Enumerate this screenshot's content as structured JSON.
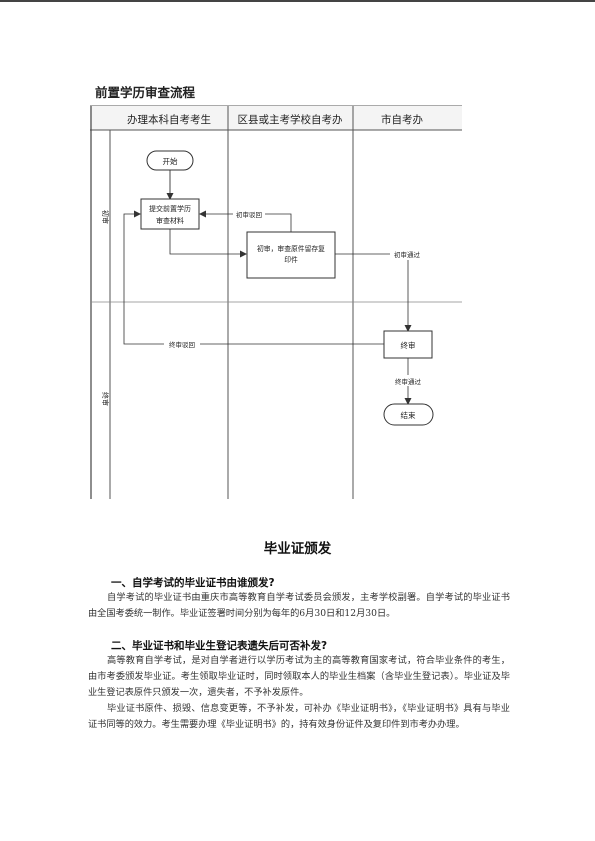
{
  "flowchart": {
    "title": "前置学历审查流程",
    "lanes": [
      "办理本科自考考生",
      "区县或主考学校自考办",
      "市自考办"
    ],
    "phases": [
      "初审",
      "终审"
    ],
    "nodes": {
      "start": "开始",
      "submit_line1": "提交前置学历",
      "submit_line2": "审查材料",
      "review_line1": "初审，审查原件留存复",
      "review_line2": "印件",
      "final": "终审",
      "end": "结束"
    },
    "edges": {
      "initial_reject": "初审驳回",
      "initial_pass": "初审通过",
      "final_reject": "终审驳回",
      "final_pass": "终审通过"
    }
  },
  "doc_title": "毕业证颁发",
  "sections": [
    {
      "heading": "一、自学考试的毕业证书由谁颁发?",
      "paragraphs": [
        "自学考试的毕业证书由重庆市高等教育自学考试委员会颁发，主考学校副署。自学考试的毕业证书由全国考委统一制作。毕业证签署时间分别为每年的6月30日和12月30日。"
      ]
    },
    {
      "heading": "二、毕业证书和毕业生登记表遗失后可否补发?",
      "paragraphs": [
        "高等教育自学考试，是对自学者进行以学历考试为主的高等教育国家考试，符合毕业条件的考生，由市考委颁发毕业证。考生领取毕业证时，同时领取本人的毕业生档案（含毕业生登记表）。毕业证及毕业生登记表原件只颁发一次，遗失者，不予补发原件。",
        "毕业证书原件、损毁、信息变更等，不予补发，可补办《毕业证明书》，《毕业证明书》具有与毕业证书同等的效力。考生需要办理《毕业证明书》的，持有效身份证件及复印件到市考办办理。"
      ]
    }
  ]
}
